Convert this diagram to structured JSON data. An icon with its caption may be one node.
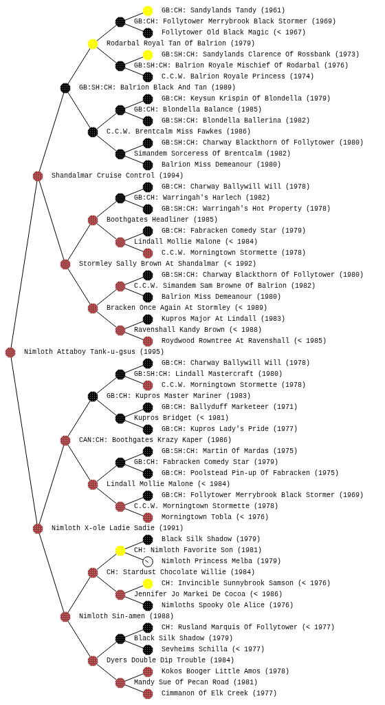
{
  "diagram": {
    "nodes": [
      {
        "text": [
          "GB:CH: Sandylands Tandy (1961)"
        ]
      },
      {
        "text": [
          "GB:CH: Follytower Merrybrook Black Stormer (1969)"
        ]
      },
      {
        "text": [
          "Follytower Old Black Magic (< 1967)"
        ]
      },
      {
        "text": [
          "Rodarbal Royal Tan Of Balrion (1979)"
        ]
      },
      {
        "text": [
          "GB:SH:CH: Sandylands Clarence Of Rossbank (1973)"
        ]
      },
      {
        "text": [
          "GB:SH:CH: Balrion Royale Mischief Of Rodarbal (1976)"
        ]
      },
      {
        "text": [
          "C.C.W. Balrion Royale Princess (1974)"
        ]
      },
      {
        "text": [
          "GB:SH:CH: Balrion Black And Tan (1989)"
        ]
      },
      {
        "text": [
          "GB:CH: Keysun Krispin Of Blondella (1979)"
        ]
      },
      {
        "text": [
          "GB:CH: Blondella Balance (1985)"
        ]
      },
      {
        "text": [
          "GB:SH:CH: Blondella Ballerina (1982)"
        ]
      },
      {
        "text": [
          "C.C.W. Brentcalm Miss Fawkes (1986)"
        ]
      },
      {
        "text": [
          "GB:SH:CH: Charway Blackthorn Of Follytower (1980)"
        ]
      },
      {
        "text": [
          "Simandem Sorceress Of Brentcalm (1982)"
        ]
      },
      {
        "text": [
          "Balrion Miss Demeanour (1980)"
        ]
      },
      {
        "text": [
          "Shandalmar Cruise Control (1994)"
        ]
      },
      {
        "text": [
          "GB:CH: Charway Ballywill Will (1978)"
        ]
      },
      {
        "text": [
          "GB:CH: Warringah's Harlech (1982)"
        ]
      },
      {
        "text": [
          "GB:SH:CH: Warringah's Hot Property (1978)"
        ]
      },
      {
        "text": [
          "Boothgates Headliner (1985)"
        ]
      },
      {
        "text": [
          "GB:CH: Fabracken Comedy Star (1979)"
        ]
      },
      {
        "text": [
          "Lindall Mollie Malone (< 1984)"
        ]
      },
      {
        "text": [
          "C.C.W. Morningtown Stormette (1978)"
        ]
      },
      {
        "text": [
          "Stormley Sally Brown At Shandalmar (< 1992)"
        ]
      },
      {
        "text": [
          "GB:SH:CH: Charway Blackthorn Of Follytower (1980)"
        ]
      },
      {
        "text": [
          "C.C.W. Simandem Sam Browne Of Balrion (1982)"
        ]
      },
      {
        "text": [
          "Balrion Miss Demeanour (1980)"
        ]
      },
      {
        "text": [
          "Bracken Once Again At Stormley (< 1989)"
        ]
      },
      {
        "text": [
          "Kupros Major At Lindall (1983)"
        ]
      },
      {
        "text": [
          "Ravenshall Kandy Brown (< 1988)"
        ]
      },
      {
        "text": [
          "Roydwood Rowntree At Ravenshall (< 1985)"
        ]
      },
      {
        "text": [
          "Nimloth Attaboy Tank-u-gsus (1995)"
        ]
      },
      {
        "text": [
          "GB:CH: Charway Ballywill Will (1978)"
        ]
      },
      {
        "text": [
          "GB:SH:CH: Lindall Mastercraft (1980)"
        ]
      },
      {
        "text": [
          "C.C.W. Morningtown Stormette (1978)"
        ]
      },
      {
        "text": [
          "GB:CH: Kupros Master Mariner (1983)"
        ]
      },
      {
        "text": [
          "GB:CH: Ballyduff Marketeer (1971)"
        ]
      },
      {
        "text": [
          "Kupros Bridget (< 1981)"
        ]
      },
      {
        "text": [
          "GB:CH: Kupros Lady's Pride (1977)"
        ]
      },
      {
        "text": [
          "CAN:CH: Boothgates Krazy Kaper (1986)"
        ]
      },
      {
        "text": [
          "GB:SH:CH: Martin Of Mardas (1975)"
        ]
      },
      {
        "text": [
          "GB:CH: Fabracken Comedy Star (1979)"
        ]
      },
      {
        "text": [
          "GB:CH: Poolstead Pin-up Of Fabracken (1975)"
        ]
      },
      {
        "text": [
          "Lindall Mollie Malone (< 1984)"
        ]
      },
      {
        "text": [
          "GB:CH: Follytower Merrybrook Black Stormer (1969)"
        ]
      },
      {
        "text": [
          "C.C.W. Morningtown Stormette (1978)"
        ]
      },
      {
        "text": [
          "Morningtown Tobla (< 1976)"
        ]
      },
      {
        "text": [
          "Nimloth X-ole Ladie Sadie (1991)"
        ]
      },
      {
        "text": [
          "Black Silk Shadow (1979)"
        ]
      },
      {
        "text": [
          "CH: Nimloth Favorite Son (1981)"
        ]
      },
      {
        "text": [
          "Nimloth Princess Melba (1979)"
        ]
      },
      {
        "text": [
          "CH: Stardust Chocolate Willie (1984)"
        ]
      },
      {
        "text": [
          "CH: Invincible Sunnybrook Samson (< 1976)"
        ]
      },
      {
        "text": [
          "Jennifer Jo Markei De Cocoa (< 1986)"
        ]
      },
      {
        "text": [
          "Nimloths Spooky Ole Alice (1976)"
        ]
      },
      {
        "text": [
          "Nimloth Sin-amen (1988)"
        ]
      },
      {
        "text": [
          "CH: Rusland Marquis Of Follytower (< 1977)"
        ]
      },
      {
        "text": [
          "Black Silk Shadow (1979)"
        ]
      },
      {
        "text": [
          "Sevheims Schilla (< 1977)"
        ]
      },
      {
        "text": [
          "Dyers Double Dip Trouble (1984)"
        ]
      },
      {
        "text": [
          "Kokos Booger Little Amos (1978)"
        ]
      },
      {
        "text": [
          "Mandy Sue Of Pecan Road (1981)"
        ]
      },
      {
        "text": [
          "Cimmanon Of Elk Creek (1977)"
        ]
      }
    ],
    "edges": [
      {
        "from": 31,
        "to": 15,
        "arrow": "none"
      },
      {
        "from": 31,
        "to": 47,
        "arrow": "none"
      },
      {
        "from": 15,
        "to": 7,
        "arrow": "none"
      },
      {
        "from": 15,
        "to": 23,
        "arrow": "none"
      },
      {
        "from": 47,
        "to": 39,
        "arrow": "none"
      },
      {
        "from": 47,
        "to": 55,
        "arrow": "none"
      },
      {
        "from": 7,
        "to": 3,
        "arrow": "none"
      },
      {
        "from": 7,
        "to": 11,
        "arrow": "none"
      },
      {
        "from": 23,
        "to": 19,
        "arrow": "none"
      },
      {
        "from": 23,
        "to": 27,
        "arrow": "none"
      },
      {
        "from": 39,
        "to": 35,
        "arrow": "none"
      },
      {
        "from": 39,
        "to": 43,
        "arrow": "none"
      },
      {
        "from": 55,
        "to": 51,
        "arrow": "none"
      },
      {
        "from": 55,
        "to": 59,
        "arrow": "none"
      },
      {
        "from": 3,
        "to": 1,
        "arrow": "none"
      },
      {
        "from": 3,
        "to": 5,
        "arrow": "none"
      },
      {
        "from": 11,
        "to": 9,
        "arrow": "none"
      },
      {
        "from": 11,
        "to": 13,
        "arrow": "none"
      },
      {
        "from": 19,
        "to": 17,
        "arrow": "none"
      },
      {
        "from": 19,
        "to": 21,
        "arrow": "none"
      },
      {
        "from": 27,
        "to": 25,
        "arrow": "none"
      },
      {
        "from": 27,
        "to": 29,
        "arrow": "none"
      },
      {
        "from": 35,
        "to": 33,
        "arrow": "none"
      },
      {
        "from": 35,
        "to": 37,
        "arrow": "none"
      },
      {
        "from": 43,
        "to": 41,
        "arrow": "none"
      },
      {
        "from": 43,
        "to": 45,
        "arrow": "none"
      },
      {
        "from": 51,
        "to": 49,
        "arrow": "none"
      },
      {
        "from": 51,
        "to": 53,
        "arrow": "none"
      },
      {
        "from": 59,
        "to": 57,
        "arrow": "none"
      },
      {
        "from": 59,
        "to": 61,
        "arrow": "none"
      },
      {
        "from": 1,
        "to": 0,
        "arrow": "none"
      },
      {
        "from": 1,
        "to": 2,
        "arrow": "none"
      },
      {
        "from": 5,
        "to": 4,
        "arrow": "none"
      },
      {
        "from": 5,
        "to": 6,
        "arrow": "none"
      },
      {
        "from": 9,
        "to": 8,
        "arrow": "none"
      },
      {
        "from": 9,
        "to": 10,
        "arrow": "none"
      },
      {
        "from": 13,
        "to": 12,
        "arrow": "none"
      },
      {
        "from": 13,
        "to": 14,
        "arrow": "none"
      },
      {
        "from": 17,
        "to": 16,
        "arrow": "none"
      },
      {
        "from": 17,
        "to": 18,
        "arrow": "none"
      },
      {
        "from": 21,
        "to": 20,
        "arrow": "none"
      },
      {
        "from": 21,
        "to": 22,
        "arrow": "none"
      },
      {
        "from": 25,
        "to": 24,
        "arrow": "none"
      },
      {
        "from": 25,
        "to": 26,
        "arrow": "none"
      },
      {
        "from": 29,
        "to": 28,
        "arrow": "none"
      },
      {
        "from": 29,
        "to": 30,
        "arrow": "none"
      },
      {
        "from": 33,
        "to": 32,
        "arrow": "none"
      },
      {
        "from": 33,
        "to": 34,
        "arrow": "none"
      },
      {
        "from": 37,
        "to": 36,
        "arrow": "none"
      },
      {
        "from": 37,
        "to": 38,
        "arrow": "none"
      },
      {
        "from": 41,
        "to": 40,
        "arrow": "none"
      },
      {
        "from": 41,
        "to": 42,
        "arrow": "none"
      },
      {
        "from": 45,
        "to": 44,
        "arrow": "none"
      },
      {
        "from": 45,
        "to": 46,
        "arrow": "none"
      },
      {
        "from": 49,
        "to": 48,
        "arrow": "none"
      },
      {
        "from": 49,
        "to": 50,
        "arrow": "none"
      },
      {
        "from": 53,
        "to": 52,
        "arrow": "none"
      },
      {
        "from": 53,
        "to": 54,
        "arrow": "none"
      },
      {
        "from": 57,
        "to": 56,
        "arrow": "none"
      },
      {
        "from": 57,
        "to": 58,
        "arrow": "none"
      },
      {
        "from": 61,
        "to": 60,
        "arrow": "none"
      },
      {
        "from": 61,
        "to": 62,
        "arrow": "none"
      }
    ]
  }
}
